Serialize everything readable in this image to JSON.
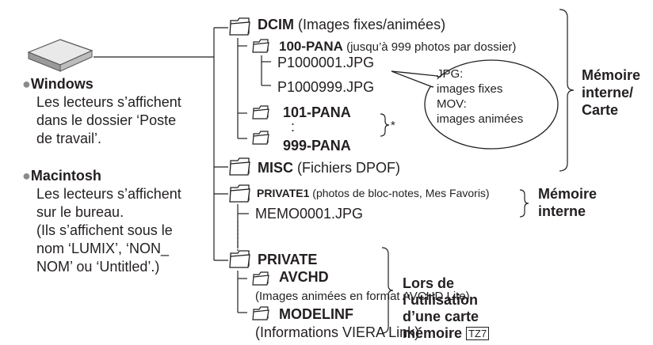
{
  "left": {
    "windows": {
      "bullet": "●",
      "title": "Windows",
      "l1": "Les lecteurs s’affichent",
      "l2": "dans le dossier ‘Poste",
      "l3": "de travail’."
    },
    "mac": {
      "bullet": "●",
      "title": "Macintosh",
      "l1": "Les lecteurs s’affichent",
      "l2": "sur le bureau.",
      "l3": "(Ils s’affichent sous le",
      "l4": "nom ‘LUMIX’, ‘NON_",
      "l5": "NOM’ ou ‘Untitled’.)"
    }
  },
  "tree": {
    "dcim": {
      "name": "DCIM",
      "desc": " (Images fixes/animées)"
    },
    "pana100": {
      "name": "100-PANA",
      "desc": " (jusqu’à 999 photos par dossier)"
    },
    "file1": "P1000001.JPG",
    "file999": "P1000999.JPG",
    "pana101": "101-PANA",
    "dots": ":",
    "pana999": "999-PANA",
    "asterisk": "*",
    "misc": {
      "name": "MISC",
      "desc": " (Fichiers DPOF)"
    },
    "private1": {
      "name": "PRIVATE1",
      "desc": " (photos de bloc-notes, Mes Favoris)"
    },
    "memo": "MEMO0001.JPG",
    "private": "PRIVATE",
    "avchd": {
      "name": "AVCHD",
      "desc": "(Images animées en format AVCHD Lite)"
    },
    "modelinf": {
      "name": "MODELINF",
      "desc": "(Informations VIERA Link)"
    }
  },
  "bubble": {
    "l1": "JPG:",
    "l2": "images fixes",
    "l3": "MOV:",
    "l4": "images animées"
  },
  "right": {
    "mem_card": {
      "l1": "Mémoire",
      "l2": "interne/",
      "l3": "Carte"
    },
    "mem_int": {
      "l1": "Mémoire",
      "l2": "interne"
    },
    "card_use": {
      "l1": "Lors de",
      "l2": "l’utilisation",
      "l3": "d’une carte",
      "l4": "mémoire",
      "badge": "TZ7"
    }
  },
  "colors": {
    "text": "#231f20",
    "folder_fill": "#ffffff",
    "bullet": "#8a8a8a",
    "drive": "#cfcfcf"
  }
}
